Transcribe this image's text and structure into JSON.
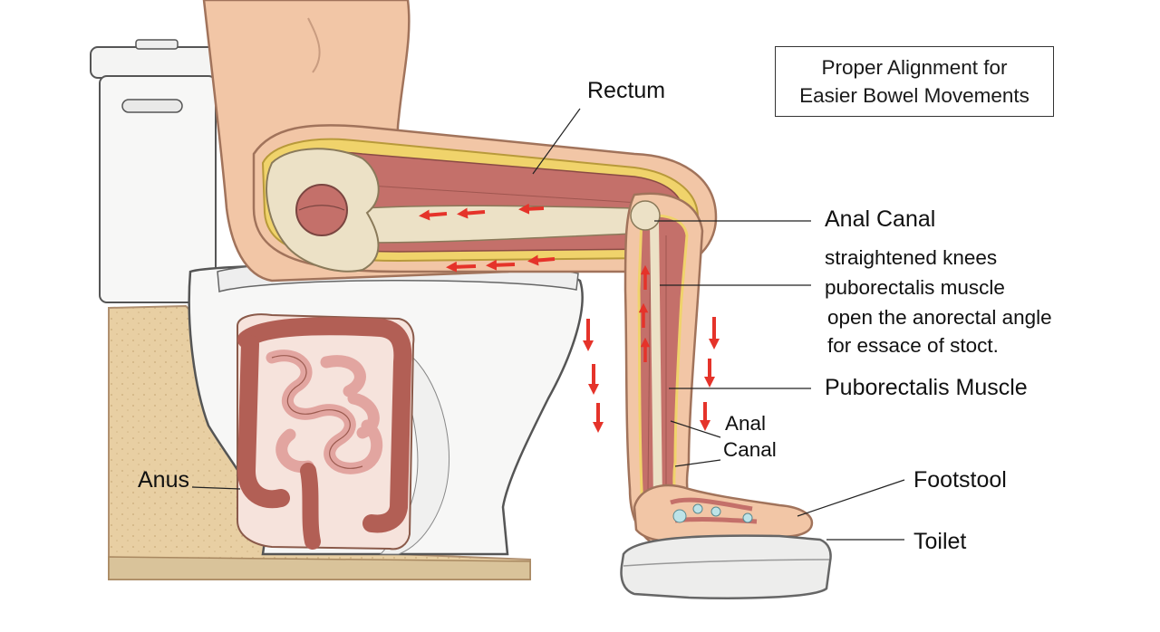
{
  "title": {
    "line1": "Proper Alignment for",
    "line2": "Easier Bowel Movements"
  },
  "labels": {
    "rectum": "Rectum",
    "anal_canal_right": "Anal Canal",
    "note_line1": "straightened knees",
    "note_line2": "puborectalis muscle",
    "note_line3": "open the anorectal angle",
    "note_line4": "for essace of stoct.",
    "puborectalis_muscle": "Puborectalis Muscle",
    "anal_canal_lower_line1": "Anal",
    "anal_canal_lower_line2": "Canal",
    "footstool": "Footstool",
    "toilet": "Toilet",
    "anus": "Anus"
  },
  "colors": {
    "skin": "#f2c6a6",
    "skin_outline": "#a1735b",
    "muscle": "#c4706a",
    "bone": "#ece1c6",
    "fat_layer": "#f0d36b",
    "intestine": "#d8908a",
    "arrow": "#e5332a",
    "porcelain": "#f7f7f6",
    "floor": "#e3c99a"
  }
}
